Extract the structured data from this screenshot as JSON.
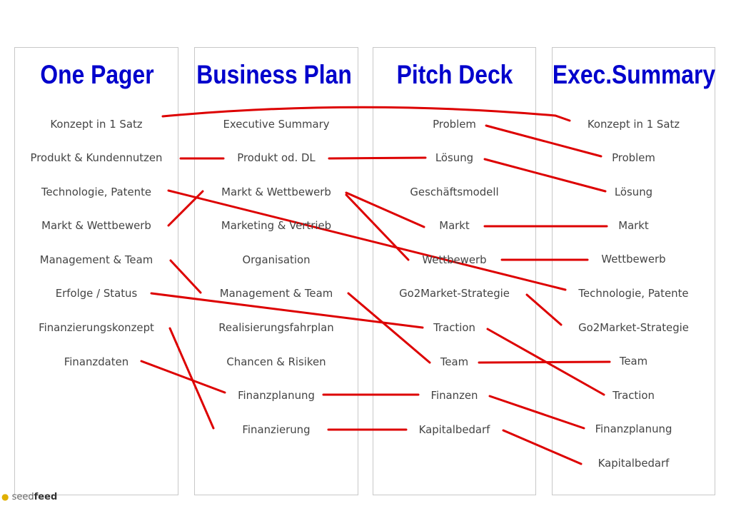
{
  "columns": [
    {
      "title": "One Pager",
      "items": [
        "Konzept in 1 Satz",
        "Produkt & Kundennutzen",
        "Technologie, Patente",
        "Markt & Wettbewerb",
        "Management & Team",
        "Erfolge / Status",
        "Finanzierungskonzept",
        "Finanzdaten"
      ]
    },
    {
      "title": "Business Plan",
      "items": [
        "Executive Summary",
        "Produkt od. DL",
        "Markt & Wettbewerb",
        "Marketing & Vertrieb",
        "Organisation",
        "Management & Team",
        "Realisierungsfahrplan",
        "Chancen & Risiken",
        "Finanzplanung",
        "Finanzierung"
      ]
    },
    {
      "title": "Pitch Deck",
      "items": [
        "Problem",
        "Lösung",
        "Geschäftsmodell",
        "Markt",
        "Wettbewerb",
        "Go2Market-Strategie",
        "Traction",
        "Team",
        "Finanzen",
        "Kapitalbedarf"
      ]
    },
    {
      "title": "Exec.Summary",
      "items": [
        "Konzept in 1 Satz",
        "Problem",
        "Lösung",
        "Markt",
        "Wettbewerb",
        "Technologie, Patente",
        "Go2Market-Strategie",
        "Team",
        "Traction",
        "Finanzplanung",
        "Kapitalbedarf"
      ]
    }
  ],
  "connector_color": "#dd0000",
  "title_color": "#0000cc",
  "logo": {
    "prefix": "seed",
    "suffix": "feed",
    "icon": "lightbulb-icon"
  }
}
